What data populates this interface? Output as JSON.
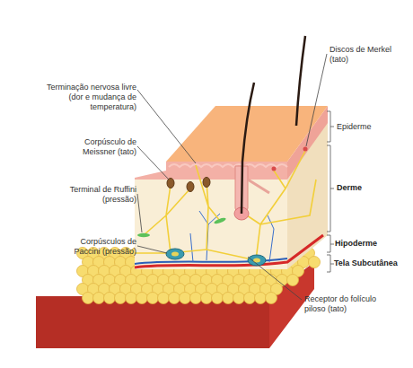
{
  "diagram": {
    "labels": [
      "Terminação nervosa livre (dor e mudança de temperatura)",
      "Corpúsculo de Meissner (tato)",
      "Terminal de Ruffini (pressão)",
      "Corpúsculos de Paccini (pressão)",
      "Discos de Merkel (tato)",
      "Epiderme",
      "Derme",
      "Hipoderme",
      "Tela Subcutânea",
      "Receptor do folículo piloso (tato)"
    ]
  }
}
